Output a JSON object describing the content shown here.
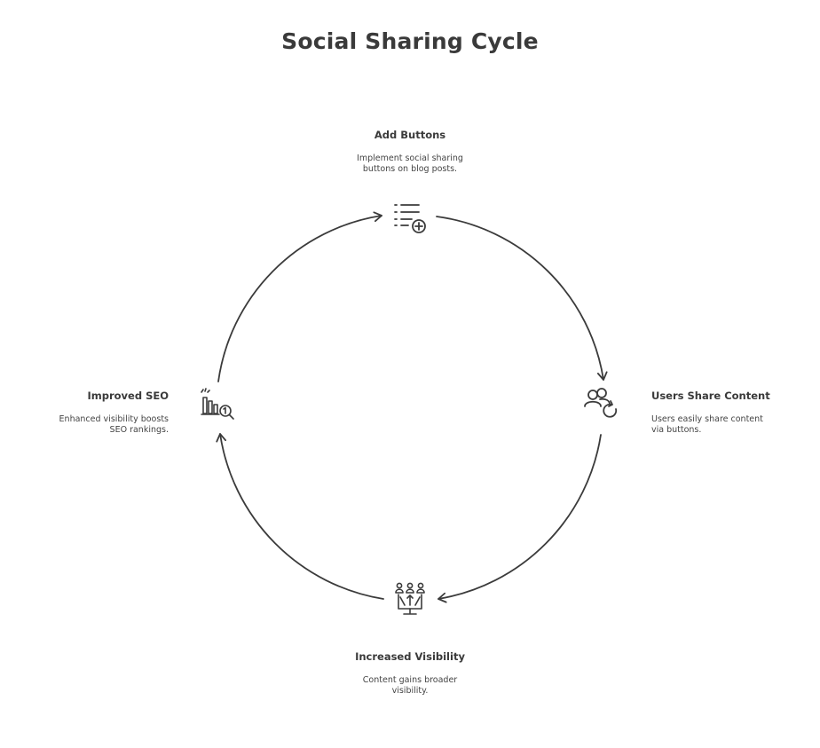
{
  "title": "Social Sharing Cycle",
  "nodes": [
    {
      "title": "Add Buttons",
      "desc_lines": [
        "Implement social sharing",
        "buttons on blog posts."
      ],
      "icon": "list-add-icon"
    },
    {
      "title": "Users Share Content",
      "desc_lines": [
        "Users easily share content",
        "via buttons."
      ],
      "icon": "users-refresh-icon"
    },
    {
      "title": "Increased Visibility",
      "desc_lines": [
        "Content gains broader",
        "visibility."
      ],
      "icon": "audience-screen-icon"
    },
    {
      "title": "Improved SEO",
      "desc_lines": [
        "Enhanced visibility boosts",
        "SEO rankings."
      ],
      "icon": "chart-rank-icon"
    }
  ],
  "colors": {
    "stroke": "#3b3b3b",
    "text": "#3a3a3a",
    "background": "#ffffff"
  }
}
